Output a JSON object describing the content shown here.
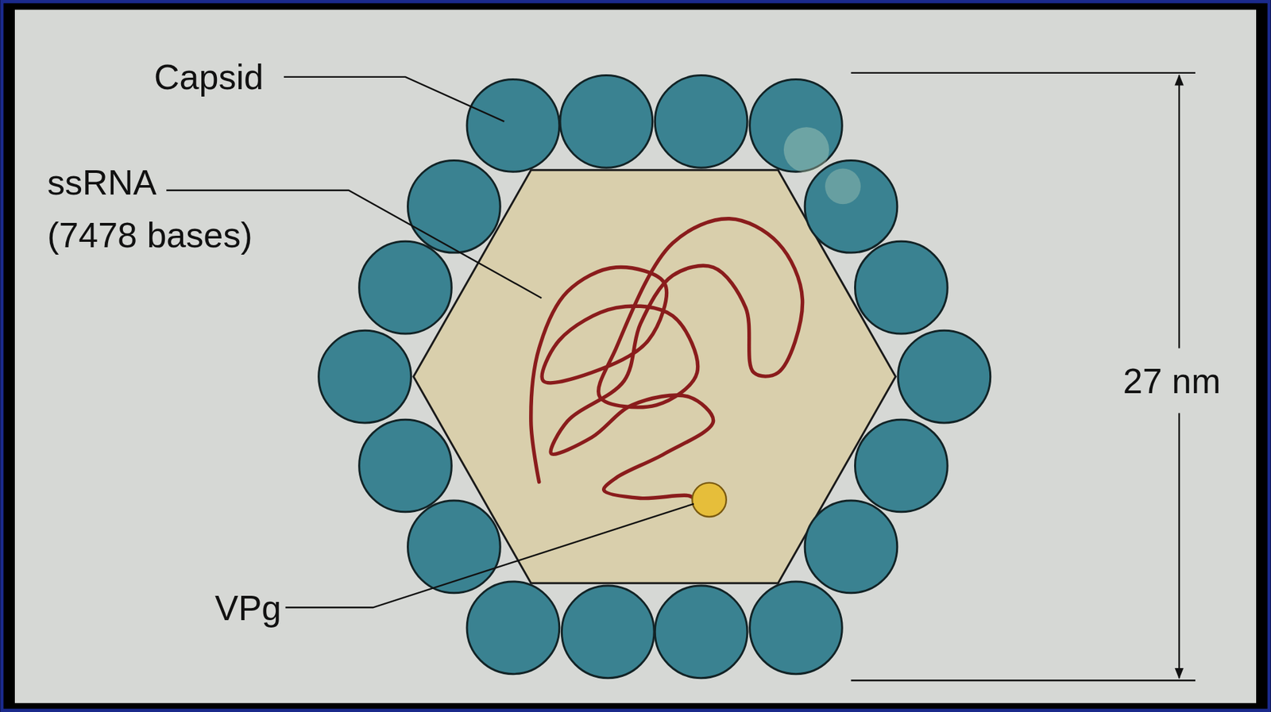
{
  "diagram": {
    "labels": [
      "Capsid",
      "ssRNA (7478 bases)",
      "VPg",
      "27 nm"
    ]
  }
}
